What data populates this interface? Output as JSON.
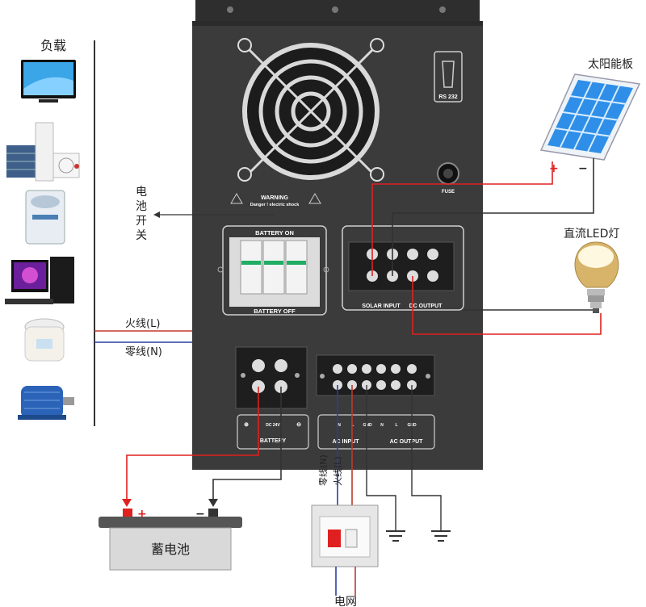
{
  "labels": {
    "loads": "负载",
    "battery_switch_chars": [
      "电",
      "池",
      "开",
      "关"
    ],
    "solar_panel": "太阳能板",
    "dc_led": "直流LED灯",
    "live_wire": "火线(L)",
    "neutral_wire": "零线(N)",
    "storage_battery": "蓄电池",
    "grid": "电网",
    "breaker_neutral": "零线(N)",
    "breaker_live": "火线(L)",
    "solar_plus": "+",
    "solar_minus": "−",
    "battery_plus": "+",
    "battery_minus": "−"
  },
  "inverter": {
    "warning_title": "WARNING",
    "warning_text": "Danger ! electric shock",
    "battery_on": "BATTERY ON",
    "battery_off": "BATTERY OFF",
    "rs232": "RS 232",
    "fuse": "FUSE",
    "solar_input": "SOLAR INPUT",
    "dc_output": "DC OUTPUT",
    "battery_label": "BATTERY",
    "battery_dc": "DC 24V",
    "ac_input": "AC INPUT",
    "ac_output": "AC OUTPUT",
    "n": "N",
    "l": "L",
    "gnd": "GND",
    "plus_sym": "⊕",
    "minus_sym": "⊖"
  },
  "colors": {
    "housing": "#3b3b3b",
    "housing_dark": "#2a2a2a",
    "live_wire": "#c0392b",
    "neutral_wire": "#2b3f9e",
    "red_wire": "#e02020",
    "black_wire": "#333333",
    "solar_cell": "#2f8fe8",
    "battery_body": "#d9d9d9",
    "switch_green": "#1fae63"
  }
}
